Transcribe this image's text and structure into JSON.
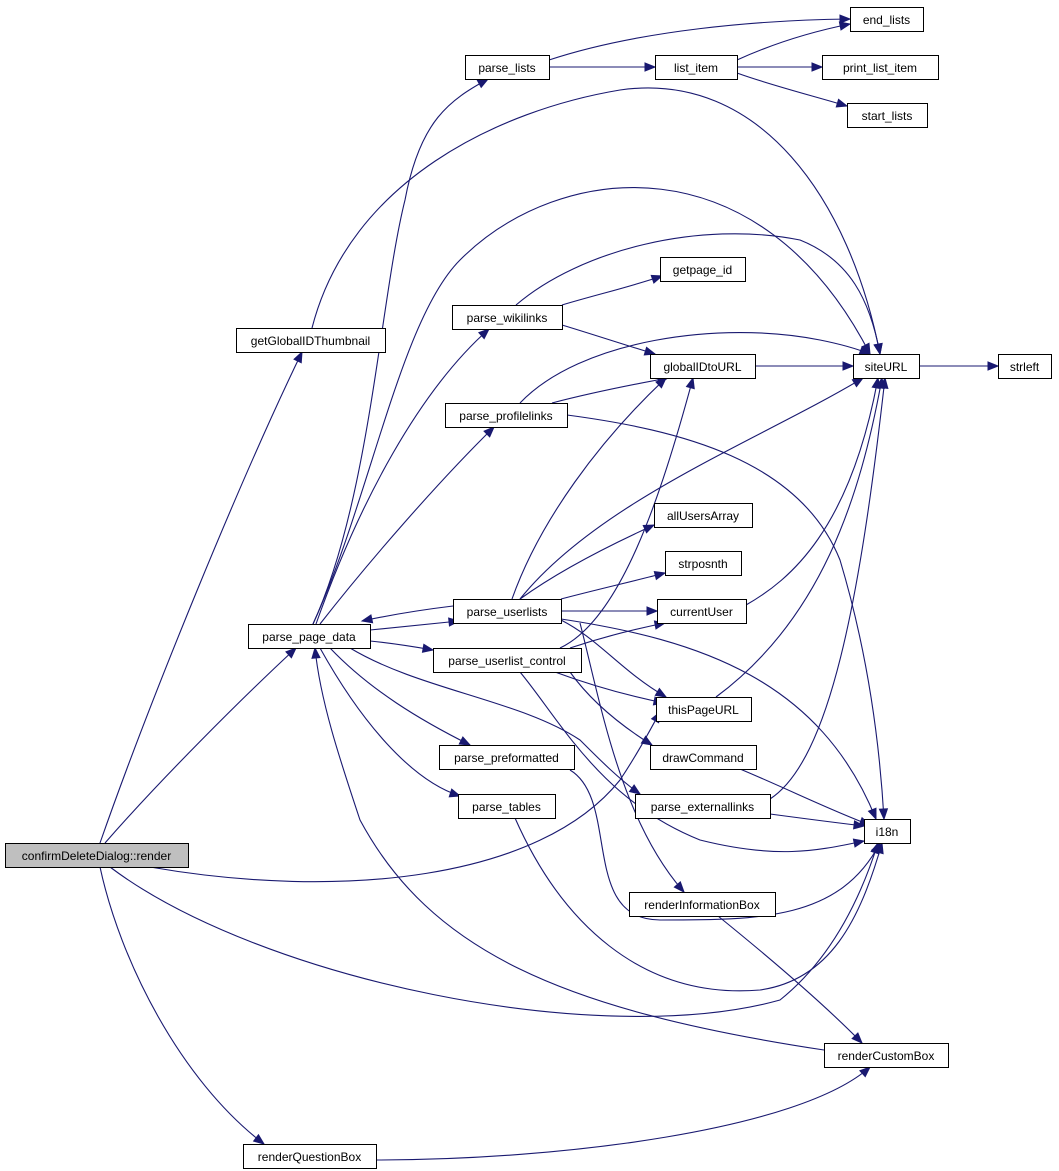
{
  "colors": {
    "edge": "#191970",
    "node_border": "#000000",
    "root_fill": "#bfbfbf",
    "node_fill": "#ffffff"
  },
  "nodes": [
    {
      "id": "confirmDeleteDialog_render",
      "label": "confirmDeleteDialog::render",
      "root": true
    },
    {
      "id": "getGlobalIDThumbnail",
      "label": "getGlobalIDThumbnail"
    },
    {
      "id": "parse_page_data",
      "label": "parse_page_data"
    },
    {
      "id": "renderQuestionBox",
      "label": "renderQuestionBox"
    },
    {
      "id": "parse_lists",
      "label": "parse_lists"
    },
    {
      "id": "list_item",
      "label": "list_item"
    },
    {
      "id": "end_lists",
      "label": "end_lists"
    },
    {
      "id": "print_list_item",
      "label": "print_list_item"
    },
    {
      "id": "start_lists",
      "label": "start_lists"
    },
    {
      "id": "getpage_id",
      "label": "getpage_id"
    },
    {
      "id": "parse_wikilinks",
      "label": "parse_wikilinks"
    },
    {
      "id": "globalIDtoURL",
      "label": "globalIDtoURL"
    },
    {
      "id": "siteURL",
      "label": "siteURL"
    },
    {
      "id": "strleft",
      "label": "strleft"
    },
    {
      "id": "parse_profilelinks",
      "label": "parse_profilelinks"
    },
    {
      "id": "allUsersArray",
      "label": "allUsersArray"
    },
    {
      "id": "strposnth",
      "label": "strposnth"
    },
    {
      "id": "parse_userlists",
      "label": "parse_userlists"
    },
    {
      "id": "currentUser",
      "label": "currentUser"
    },
    {
      "id": "parse_userlist_control",
      "label": "parse_userlist_control"
    },
    {
      "id": "thisPageURL",
      "label": "thisPageURL"
    },
    {
      "id": "drawCommand",
      "label": "drawCommand"
    },
    {
      "id": "parse_preformatted",
      "label": "parse_preformatted"
    },
    {
      "id": "parse_tables",
      "label": "parse_tables"
    },
    {
      "id": "parse_externallinks",
      "label": "parse_externallinks"
    },
    {
      "id": "i18n",
      "label": "i18n"
    },
    {
      "id": "renderInformationBox",
      "label": "renderInformationBox"
    },
    {
      "id": "renderCustomBox",
      "label": "renderCustomBox"
    }
  ],
  "edges": [
    [
      "confirmDeleteDialog_render",
      "getGlobalIDThumbnail"
    ],
    [
      "confirmDeleteDialog_render",
      "parse_page_data"
    ],
    [
      "confirmDeleteDialog_render",
      "thisPageURL"
    ],
    [
      "confirmDeleteDialog_render",
      "i18n"
    ],
    [
      "confirmDeleteDialog_render",
      "renderQuestionBox"
    ],
    [
      "getGlobalIDThumbnail",
      "siteURL"
    ],
    [
      "parse_page_data",
      "parse_lists"
    ],
    [
      "parse_page_data",
      "siteURL"
    ],
    [
      "parse_page_data",
      "parse_wikilinks"
    ],
    [
      "parse_page_data",
      "parse_profilelinks"
    ],
    [
      "parse_page_data",
      "parse_userlists"
    ],
    [
      "parse_page_data",
      "parse_userlist_control"
    ],
    [
      "parse_page_data",
      "parse_preformatted"
    ],
    [
      "parse_page_data",
      "parse_tables"
    ],
    [
      "parse_page_data",
      "parse_externallinks"
    ],
    [
      "parse_lists",
      "list_item"
    ],
    [
      "parse_lists",
      "end_lists"
    ],
    [
      "list_item",
      "end_lists"
    ],
    [
      "list_item",
      "print_list_item"
    ],
    [
      "list_item",
      "start_lists"
    ],
    [
      "parse_wikilinks",
      "getpage_id"
    ],
    [
      "parse_wikilinks",
      "globalIDtoURL"
    ],
    [
      "parse_wikilinks",
      "siteURL"
    ],
    [
      "globalIDtoURL",
      "siteURL"
    ],
    [
      "siteURL",
      "strleft"
    ],
    [
      "parse_profilelinks",
      "globalIDtoURL"
    ],
    [
      "parse_profilelinks",
      "siteURL"
    ],
    [
      "parse_profilelinks",
      "i18n"
    ],
    [
      "parse_userlists",
      "parse_page_data"
    ],
    [
      "parse_userlists",
      "globalIDtoURL"
    ],
    [
      "parse_userlists",
      "siteURL"
    ],
    [
      "parse_userlists",
      "allUsersArray"
    ],
    [
      "parse_userlists",
      "strposnth"
    ],
    [
      "parse_userlists",
      "currentUser"
    ],
    [
      "parse_userlists",
      "thisPageURL"
    ],
    [
      "parse_userlists",
      "i18n"
    ],
    [
      "parse_userlists",
      "renderInformationBox"
    ],
    [
      "parse_userlist_control",
      "globalIDtoURL"
    ],
    [
      "parse_userlist_control",
      "currentUser"
    ],
    [
      "parse_userlist_control",
      "thisPageURL"
    ],
    [
      "parse_userlist_control",
      "drawCommand"
    ],
    [
      "parse_userlist_control",
      "i18n"
    ],
    [
      "currentUser",
      "siteURL"
    ],
    [
      "thisPageURL",
      "siteURL"
    ],
    [
      "drawCommand",
      "i18n"
    ],
    [
      "parse_externallinks",
      "siteURL"
    ],
    [
      "parse_externallinks",
      "i18n"
    ],
    [
      "parse_preformatted",
      "i18n"
    ],
    [
      "parse_tables",
      "i18n"
    ],
    [
      "renderInformationBox",
      "renderCustomBox"
    ],
    [
      "renderCustomBox",
      "parse_page_data"
    ],
    [
      "renderQuestionBox",
      "renderCustomBox"
    ]
  ]
}
